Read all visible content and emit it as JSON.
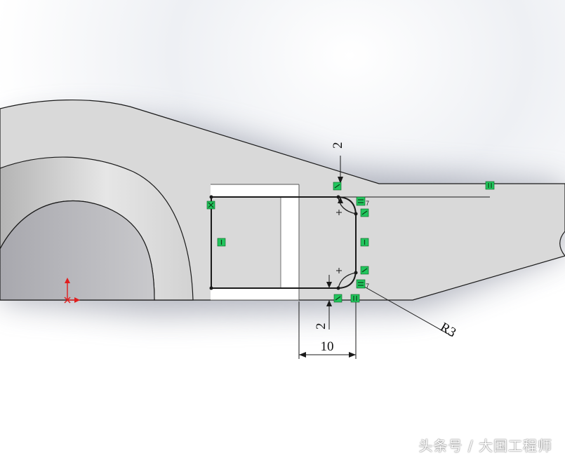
{
  "dimensions": {
    "top_offset": "2",
    "bottom_offset": "2",
    "width": "10",
    "radius": "R3"
  },
  "watermark": "头条号 / 大国工程师",
  "colors": {
    "relation_marker": "#22c55e",
    "sketch_line": "#1a1a1a",
    "origin": "#e11d1d"
  }
}
